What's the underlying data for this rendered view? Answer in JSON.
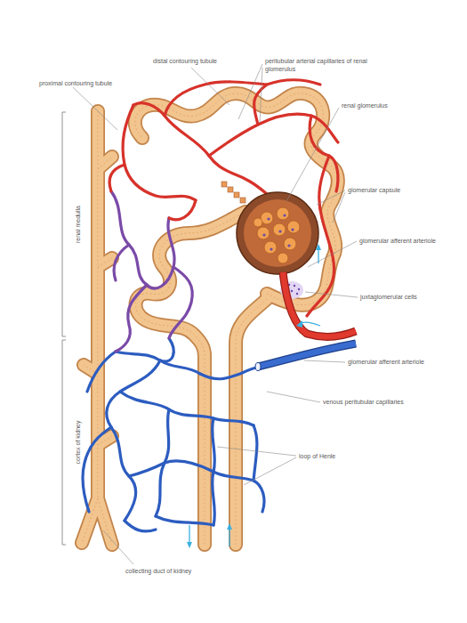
{
  "diagram": {
    "labels": [
      "distal contouring tubule",
      "peritubular arterial capillaries of renal glomerulus",
      "proximal contouring tubule",
      "renal glomerulus",
      "glomerular capsule",
      "glomerular afferent arteriole",
      "juxtaglomerular cells",
      "glomerular afferent arteriole",
      "venous peritubular capillaries",
      "loop of Henle",
      "collecting duct of kidney",
      "renal medulla",
      "cortex of  kidney"
    ]
  }
}
